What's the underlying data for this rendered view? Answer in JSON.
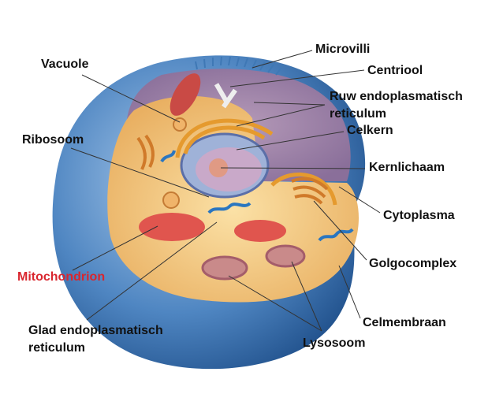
{
  "labels": {
    "microvilli": "Microvilli",
    "centriool": "Centriool",
    "ruw_er_1": "Ruw endoplasmatisch",
    "ruw_er_2": "reticulum",
    "celkern": "Celkern",
    "kernlichaam": "Kernlichaam",
    "cytoplasma": "Cytoplasma",
    "golgicomplex": "Golgocomplex",
    "celmembraan": "Celmembraan",
    "lysosoom": "Lysosoom",
    "glad_er_1": "Glad endoplasmatisch",
    "glad_er_2": "reticulum",
    "mitochondrion": "Mitochondrion",
    "ribosoom": "Ribosoom",
    "vacuole": "Vacuole"
  },
  "colors": {
    "membrane": "#3f78b5",
    "cytoplasm": "#f3c77a",
    "highlight_label": "#d9262e"
  }
}
